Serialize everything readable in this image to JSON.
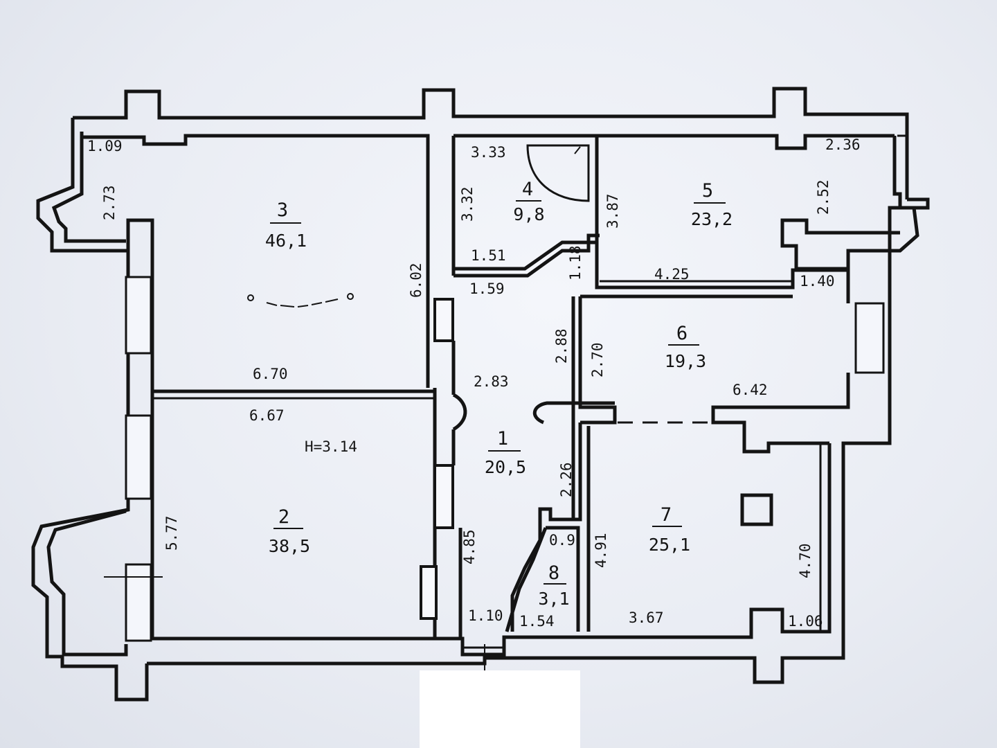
{
  "rooms": [
    {
      "number": "1",
      "area": "20,5"
    },
    {
      "number": "2",
      "area": "38,5"
    },
    {
      "number": "3",
      "area": "46,1"
    },
    {
      "number": "4",
      "area": "9,8"
    },
    {
      "number": "5",
      "area": "23,2"
    },
    {
      "number": "6",
      "area": "19,3"
    },
    {
      "number": "7",
      "area": "25,1"
    },
    {
      "number": "8",
      "area": "3,1"
    }
  ],
  "ceiling_height": "H=3.14",
  "dimensions": {
    "d_1_09": "1.09",
    "d_2_73": "2.73",
    "d_6_02": "6.02",
    "d_6_70": "6.70",
    "d_6_67": "6.67",
    "d_5_77": "5.77",
    "d_3_33": "3.33",
    "d_3_32": "3.32",
    "d_1_51": "1.51",
    "d_1_59": "1.59",
    "d_1_18": "1.18",
    "d_3_87": "3.87",
    "d_2_36": "2.36",
    "d_2_52": "2.52",
    "d_4_25": "4.25",
    "d_1_40": "1.40",
    "d_2_88": "2.88",
    "d_2_70": "2.70",
    "d_2_83": "2.83",
    "d_6_42": "6.42",
    "d_2_26": "2.26",
    "d_4_85": "4.85",
    "d_0_9": "0.9",
    "d_4_91": "4.91",
    "d_4_70": "4.70",
    "d_1_10": "1.10",
    "d_1_54": "1.54",
    "d_3_67": "3.67",
    "d_1_06": "1.06"
  }
}
